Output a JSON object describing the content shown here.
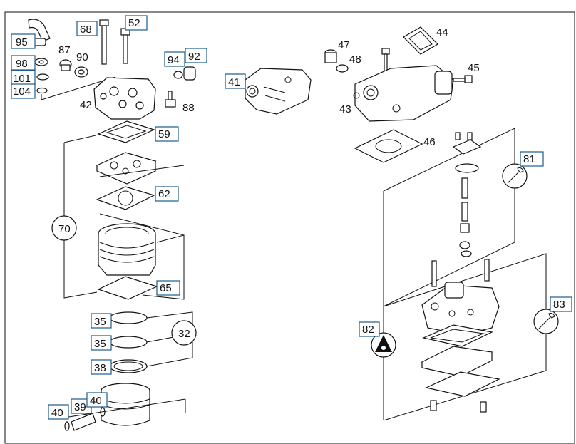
{
  "callouts": {
    "c95": "95",
    "c98": "98",
    "c101": "101",
    "c104": "104",
    "c68": "68",
    "c52": "52",
    "c87": "87",
    "c90": "90",
    "c94": "94",
    "c92": "92",
    "c42": "42",
    "c88": "88",
    "c59": "59",
    "c62": "62",
    "c70": "70",
    "c65": "65",
    "c35a": "35",
    "c35b": "35",
    "c32": "32",
    "c38": "38",
    "c40a": "40",
    "c39": "39",
    "c40b": "40",
    "c41": "41",
    "c47": "47",
    "c48": "48",
    "c44": "44",
    "c45": "45",
    "c43": "43",
    "c46": "46",
    "c81": "81",
    "c82": "82",
    "c83": "83"
  },
  "colors": {
    "box_border": "#1a5c8a",
    "line": "#111111",
    "background": "#ffffff"
  },
  "icons": [
    "wrench-icon",
    "triangle-tool-icon"
  ]
}
